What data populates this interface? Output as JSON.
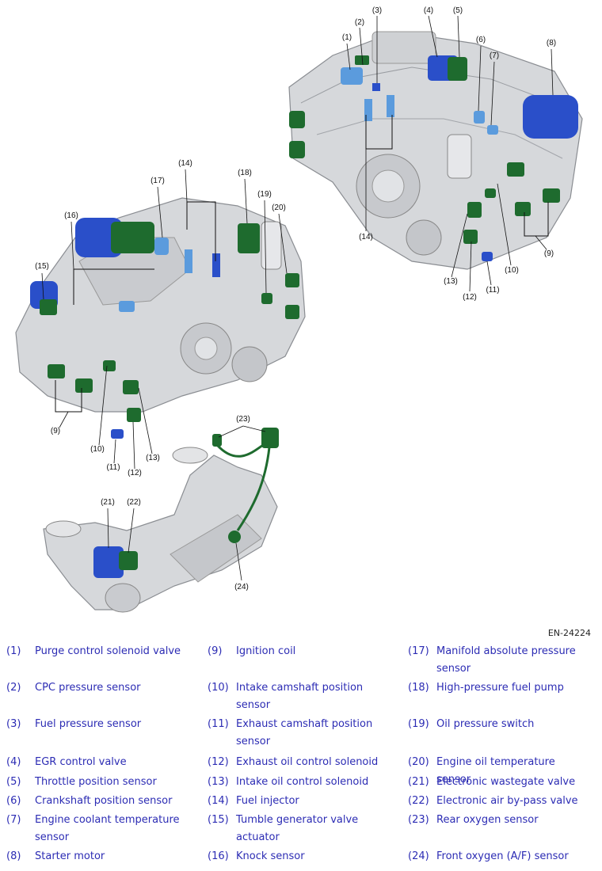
{
  "figure_id": "EN-24224",
  "callouts": {
    "c1": "(1)",
    "c2": "(2)",
    "c3": "(3)",
    "c4": "(4)",
    "c5": "(5)",
    "c6": "(6)",
    "c7": "(7)",
    "c8": "(8)",
    "c9": "(9)",
    "c10": "(10)",
    "c11": "(11)",
    "c12": "(12)",
    "c13": "(13)",
    "c14": "(14)",
    "c15": "(15)",
    "c16": "(16)",
    "c17": "(17)",
    "c18": "(18)",
    "c19": "(19)",
    "c20": "(20)",
    "c21": "(21)",
    "c22": "(22)",
    "c23": "(23)",
    "c24": "(24)"
  },
  "legend": [
    {
      "num": "(1)",
      "label": "Purge control solenoid valve"
    },
    {
      "num": "(2)",
      "label": "CPC pressure sensor"
    },
    {
      "num": "(3)",
      "label": "Fuel pressure sensor"
    },
    {
      "num": "(4)",
      "label": "EGR control valve"
    },
    {
      "num": "(5)",
      "label": "Throttle position sensor"
    },
    {
      "num": "(6)",
      "label": "Crankshaft position sensor"
    },
    {
      "num": "(7)",
      "label": "Engine coolant temperature sensor"
    },
    {
      "num": "(8)",
      "label": "Starter motor"
    },
    {
      "num": "(9)",
      "label": "Ignition coil"
    },
    {
      "num": "(10)",
      "label": "Intake camshaft position sensor"
    },
    {
      "num": "(11)",
      "label": "Exhaust camshaft position sensor"
    },
    {
      "num": "(12)",
      "label": "Exhaust oil control solenoid"
    },
    {
      "num": "(13)",
      "label": "Intake oil control solenoid"
    },
    {
      "num": "(14)",
      "label": "Fuel injector"
    },
    {
      "num": "(15)",
      "label": "Tumble generator valve actuator"
    },
    {
      "num": "(16)",
      "label": "Knock sensor"
    },
    {
      "num": "(17)",
      "label": "Manifold absolute pressure sensor"
    },
    {
      "num": "(18)",
      "label": "High-pressure fuel pump"
    },
    {
      "num": "(19)",
      "label": "Oil pressure switch"
    },
    {
      "num": "(20)",
      "label": "Engine oil temperature sensor"
    },
    {
      "num": "(21)",
      "label": "Electronic wastegate valve"
    },
    {
      "num": "(22)",
      "label": "Electronic air by-pass valve"
    },
    {
      "num": "(23)",
      "label": "Rear oxygen sensor"
    },
    {
      "num": "(24)",
      "label": "Front oxygen (A/F) sensor"
    }
  ],
  "colors": {
    "legend_text": "#2c2cb4",
    "component_green": "#1e6b2e",
    "component_blue": "#2a4fc9",
    "component_light_blue": "#5b9bdd",
    "engine_grey": "#d6d8db"
  }
}
